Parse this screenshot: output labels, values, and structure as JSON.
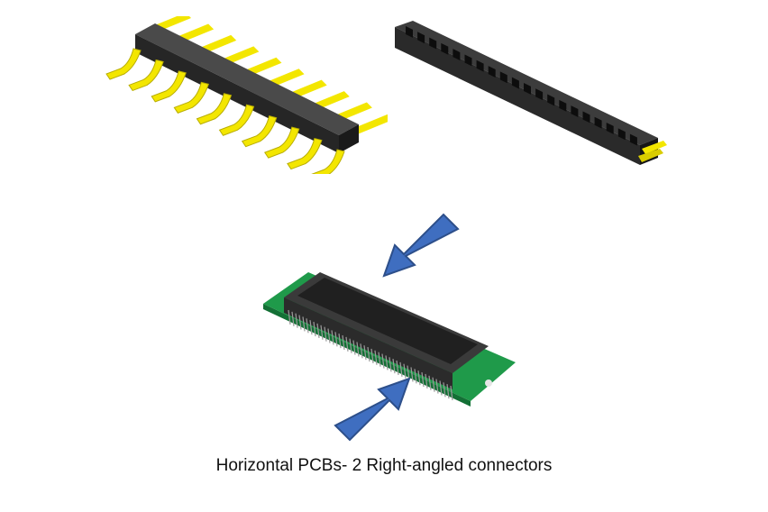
{
  "caption": "Horizontal PCBs- 2 Right-angled connectors",
  "figures": [
    {
      "id": "pin-header",
      "icon": "right-angle-pin-header-icon",
      "pin_count": 10
    },
    {
      "id": "socket-header",
      "icon": "right-angle-female-socket-header-icon",
      "contact_count": 20
    },
    {
      "id": "edge-connector",
      "icon": "pcb-edge-connector-icon"
    }
  ],
  "arrows": [
    {
      "id": "arrow-top",
      "direction": "down-left"
    },
    {
      "id": "arrow-bottom",
      "direction": "up-right"
    }
  ],
  "colors": {
    "pin_gold": "#f3e600",
    "pin_shadow": "#b8ad00",
    "plastic": "#2e2e2e",
    "pcb_green": "#1f9a4a",
    "arrow_fill": "#3f6ec0",
    "arrow_stroke": "#2d4f8a"
  }
}
